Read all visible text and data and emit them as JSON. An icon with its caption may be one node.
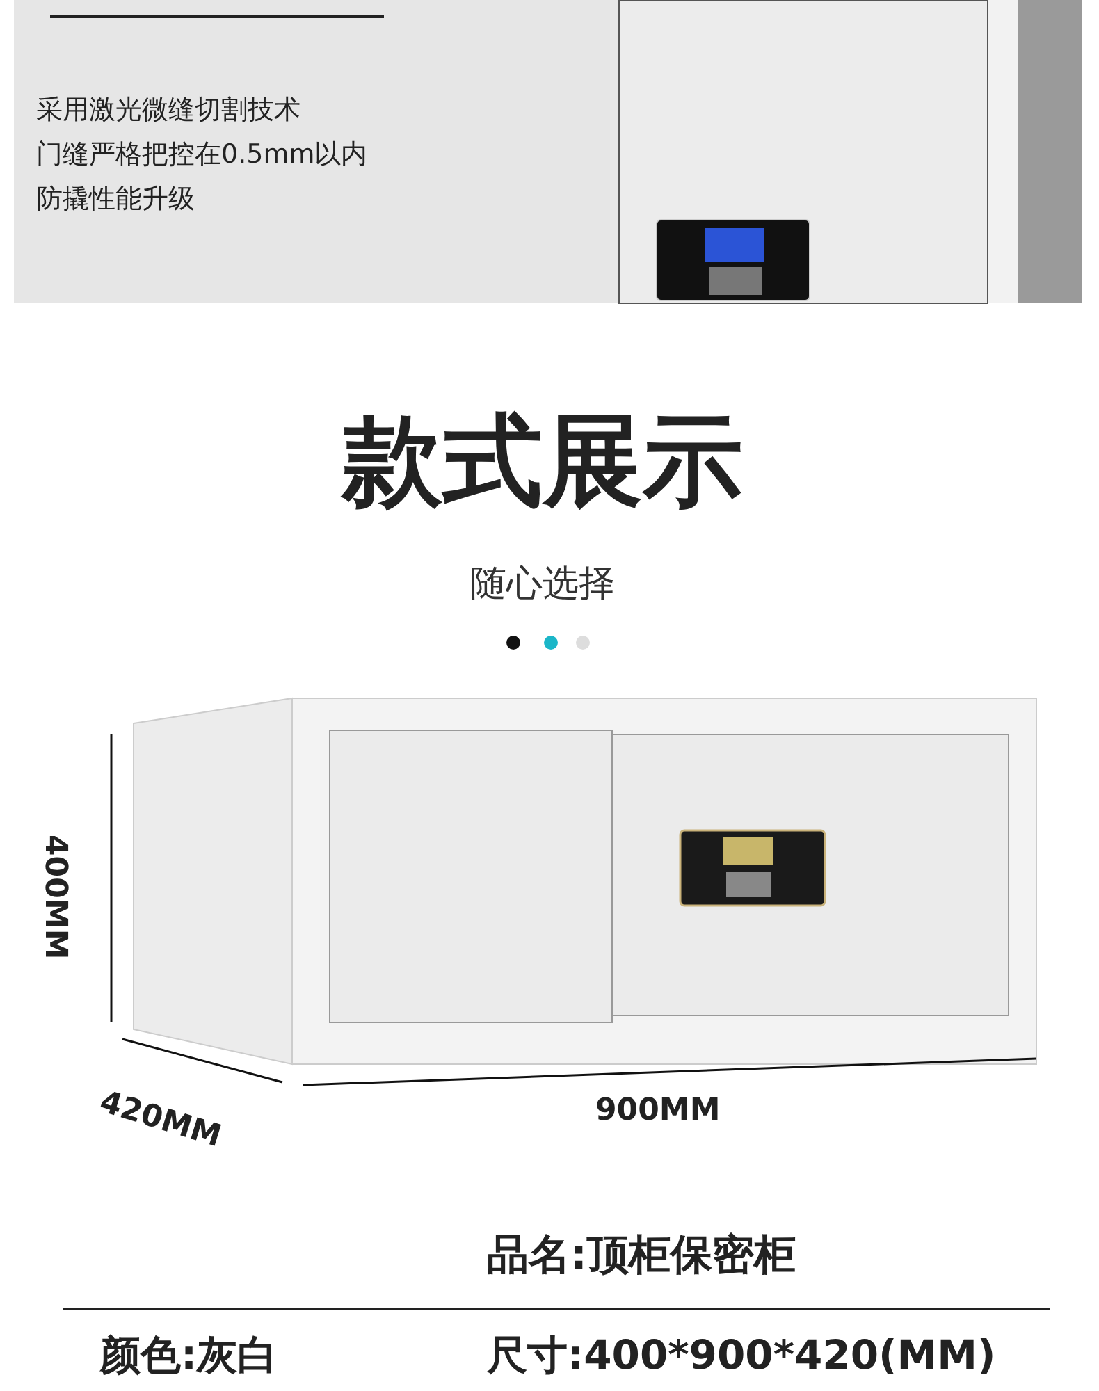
{
  "diagram": {
    "title": "款式展示",
    "labels": [
      "采用激光微缝切割技术",
      "门缝严格把控在0.5mm以内",
      "防撬性能升级",
      "随心选择",
      "400MM",
      "420MM",
      "900MM",
      "品名:顶柜保密柜",
      "颜色:灰白",
      "尺寸:400*900*420(MM)"
    ]
  }
}
